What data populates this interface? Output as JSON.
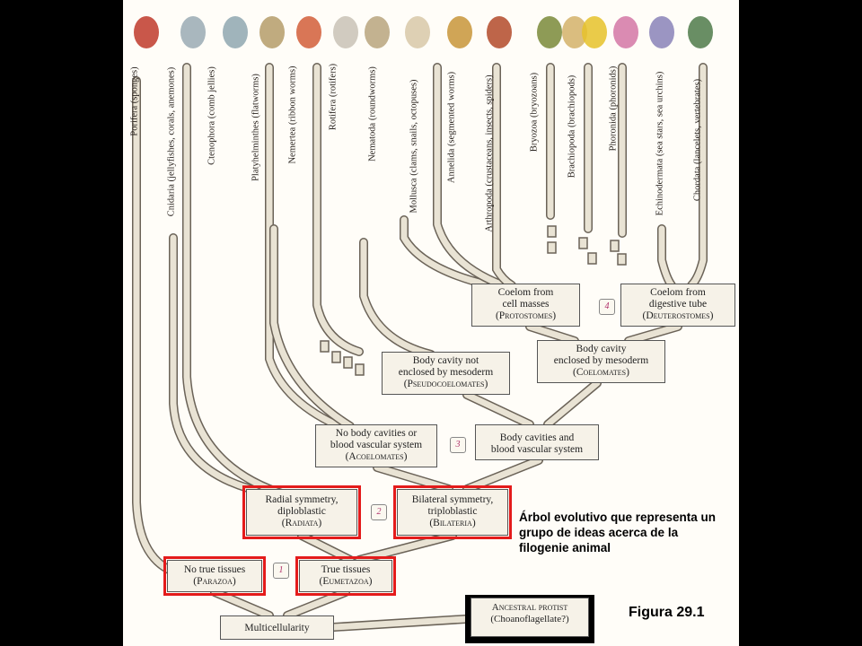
{
  "phyla": [
    "Porifera (sponges)",
    "Cnidaria (jellyfishes, corals, anemones)",
    "Ctenophora (comb jellies)",
    "Platyhelminthes (flatworms)",
    "Nemertea (ribbon worms)",
    "Rotifera (rotifers)",
    "Nematoda (roundworms)",
    "Mollusca (clams, snails, octopuses)",
    "Annelida (segmented worms)",
    "Arthropoda (crustaceans, insects, spiders)",
    "Bryozoa (bryozoans)",
    "Brachiopoda (brachiopods)",
    "Phoronida (phoronids)",
    "Echinodermata (sea stars, sea urchins)",
    "Chordata (lancelets, vertebrates)"
  ],
  "nodes": {
    "coelom_cell": {
      "l1": "Coelom from",
      "l2": "cell masses",
      "sub": "(Protostomes)"
    },
    "coelom_gut": {
      "l1": "Coelom from",
      "l2": "digestive tube",
      "sub": "(Deuterostomes)"
    },
    "coelomates": {
      "l1": "Body cavity",
      "l2": "enclosed by mesoderm",
      "sub": "(Coelomates)"
    },
    "pseudocoelomates": {
      "l1": "Body cavity not",
      "l2": "enclosed by mesoderm",
      "sub": "(Pseudocoelomates)"
    },
    "acoelomates": {
      "l1": "No body cavities or",
      "l2": "blood vascular system",
      "sub": "(Acoelomates)"
    },
    "body_cavities": {
      "l1": "Body cavities and",
      "l2": "blood vascular system",
      "sub": ""
    },
    "radiata": {
      "l1": "Radial symmetry,",
      "l2": "diploblastic",
      "sub": "(Radiata)"
    },
    "bilateria": {
      "l1": "Bilateral symmetry,",
      "l2": "triploblastic",
      "sub": "(Bilateria)"
    },
    "parazoa": {
      "l1": "No true tissues",
      "l2": "",
      "sub": "(Parazoa)"
    },
    "eumetazoa": {
      "l1": "True tissues",
      "l2": "",
      "sub": "(Eumetazoa)"
    },
    "multicellularity": {
      "l1": "Multicellularity",
      "l2": "",
      "sub": ""
    }
  },
  "protist": {
    "l1": "Ancestral protist",
    "l2": "(Choanoflagellate?)"
  },
  "numbers": [
    "1",
    "2",
    "3",
    "4"
  ],
  "caption": "Árbol evolutivo que representa un grupo de ideas acerca de la filogenie animal",
  "figure_label": "Figura 29.1",
  "colors": {
    "highlight": "#e41b1b",
    "branch": "#e9e3d4",
    "branch_edge": "#6b6358",
    "number": "#b0306a"
  }
}
